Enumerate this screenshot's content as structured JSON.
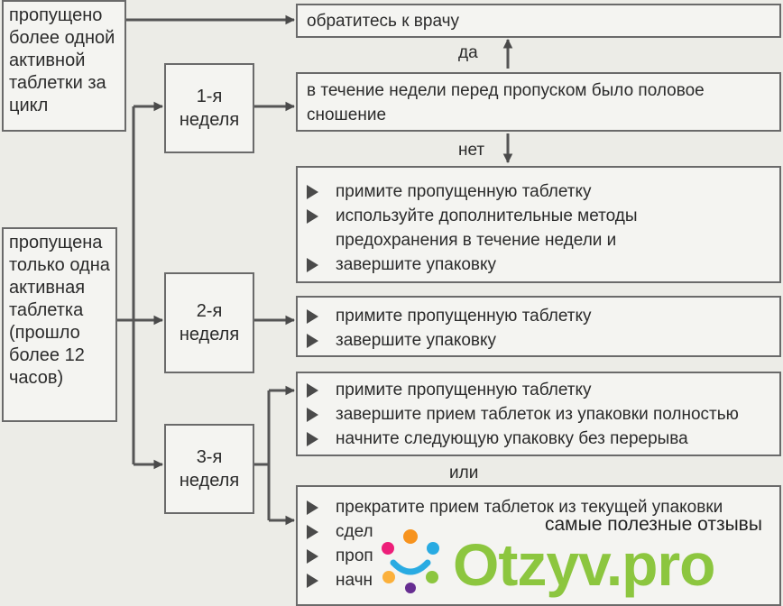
{
  "left": {
    "box1": [
      "пропущено",
      "более одной",
      "активной",
      "таблетки за",
      "цикл"
    ],
    "box2": [
      "пропущена",
      "только одна",
      "активная",
      "таблетка",
      "(прошло",
      "более 12",
      "часов)"
    ]
  },
  "weeks": [
    [
      "1-я",
      "неделя"
    ],
    [
      "2-я",
      "неделя"
    ],
    [
      "3-я",
      "неделя"
    ]
  ],
  "actions": {
    "doctor": "обратитесь к врачу",
    "question": [
      "в течение недели перед пропуском было половое",
      "сношение"
    ],
    "yes": "да",
    "no": "нет",
    "week1": [
      "примите пропущенную таблетку",
      "используйте дополнительные методы",
      "предохранения в течение недели и",
      "завершите упаковку"
    ],
    "week2": [
      "примите пропущенную таблетку",
      "завершите упаковку"
    ],
    "week3a": [
      "примите пропущенную таблетку",
      "завершите прием таблеток из упаковки полностью",
      "начните следующую упаковку без перерыва"
    ],
    "or": "или",
    "week3b": [
      "прекратите прием таблеток из текущей упаковки",
      "сдел",
      "проп",
      "начн"
    ]
  },
  "watermark": {
    "tagline": "самые полезные отзывы",
    "brand": "Otzyv.pro",
    "brand_color": "#8cc63f",
    "tagline_color": "#222222"
  }
}
